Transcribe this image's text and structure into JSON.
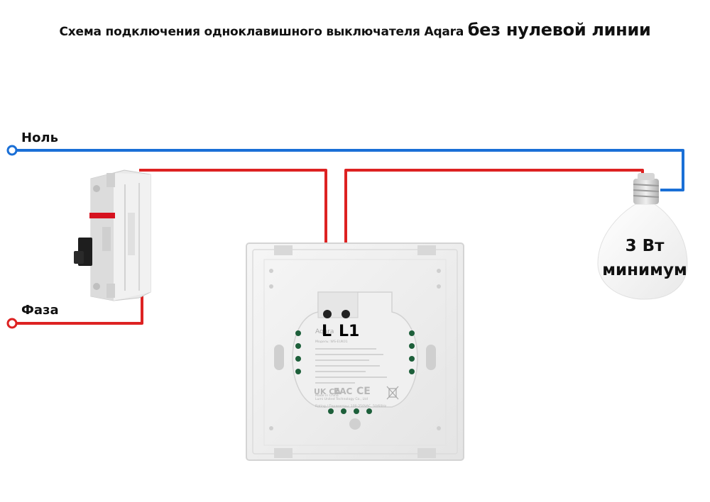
{
  "title": {
    "part1": "Схема подключения одноклавишного выключателя Aqara",
    "part2": "без нулевой линии"
  },
  "labels": {
    "neutral": "Ноль",
    "phase": "Фаза",
    "lamp_line1": "3 Вт",
    "lamp_line2": "минимум",
    "terminal_l": "L",
    "terminal_l1": "L1"
  },
  "switch_back_text": {
    "brand": "Aqara",
    "model": "Модель: WS-EUK01",
    "rating": "Rating / Параметры: 100-250VAC, 50/60Hz",
    "maker": "Lumi United Technology Co., Ltd",
    "origin": "Made in China",
    "marks": [
      "UK CA",
      "EAC",
      "CE"
    ]
  },
  "colors": {
    "neutral_wire": "#1a6fd6",
    "phase_wire": "#dd2222",
    "accent_red": "#d6121f"
  },
  "icons": [
    "breaker-icon",
    "bulb-icon",
    "switch-back-icon",
    "weee-bin-icon"
  ]
}
